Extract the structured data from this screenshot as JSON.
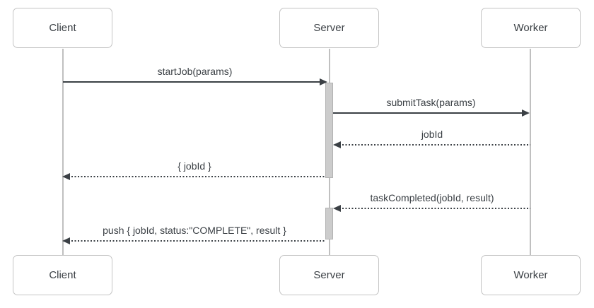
{
  "diagram": {
    "type": "sequence",
    "actors": [
      {
        "name": "Client"
      },
      {
        "name": "Server"
      },
      {
        "name": "Worker"
      }
    ],
    "messages": [
      {
        "text": "startJob(params)",
        "from": "Client",
        "to": "Server",
        "line": "solid",
        "direction": "right"
      },
      {
        "text": "submitTask(params)",
        "from": "Server",
        "to": "Worker",
        "line": "solid",
        "direction": "right"
      },
      {
        "text": "jobId",
        "from": "Worker",
        "to": "Server",
        "line": "dashed",
        "direction": "left"
      },
      {
        "text": "{ jobId }",
        "from": "Server",
        "to": "Client",
        "line": "dashed",
        "direction": "left"
      },
      {
        "text": "taskCompleted(jobId, result)",
        "from": "Worker",
        "to": "Server",
        "line": "dashed",
        "direction": "left"
      },
      {
        "text": "push { jobId, status:\"COMPLETE\", result }",
        "from": "Server",
        "to": "Client",
        "line": "dashed",
        "direction": "left"
      }
    ],
    "activations": [
      {
        "actor": "Server",
        "index": 1
      },
      {
        "actor": "Server",
        "index": 2
      }
    ],
    "colors": {
      "background": "#ffffff",
      "text": "#3b4045",
      "message_line": "#3b4045",
      "box_border": "#c4c4c4",
      "lifeline": "#c0c0c0",
      "activation_fill": "#cccccc",
      "activation_border": "#b3b3b3"
    }
  }
}
